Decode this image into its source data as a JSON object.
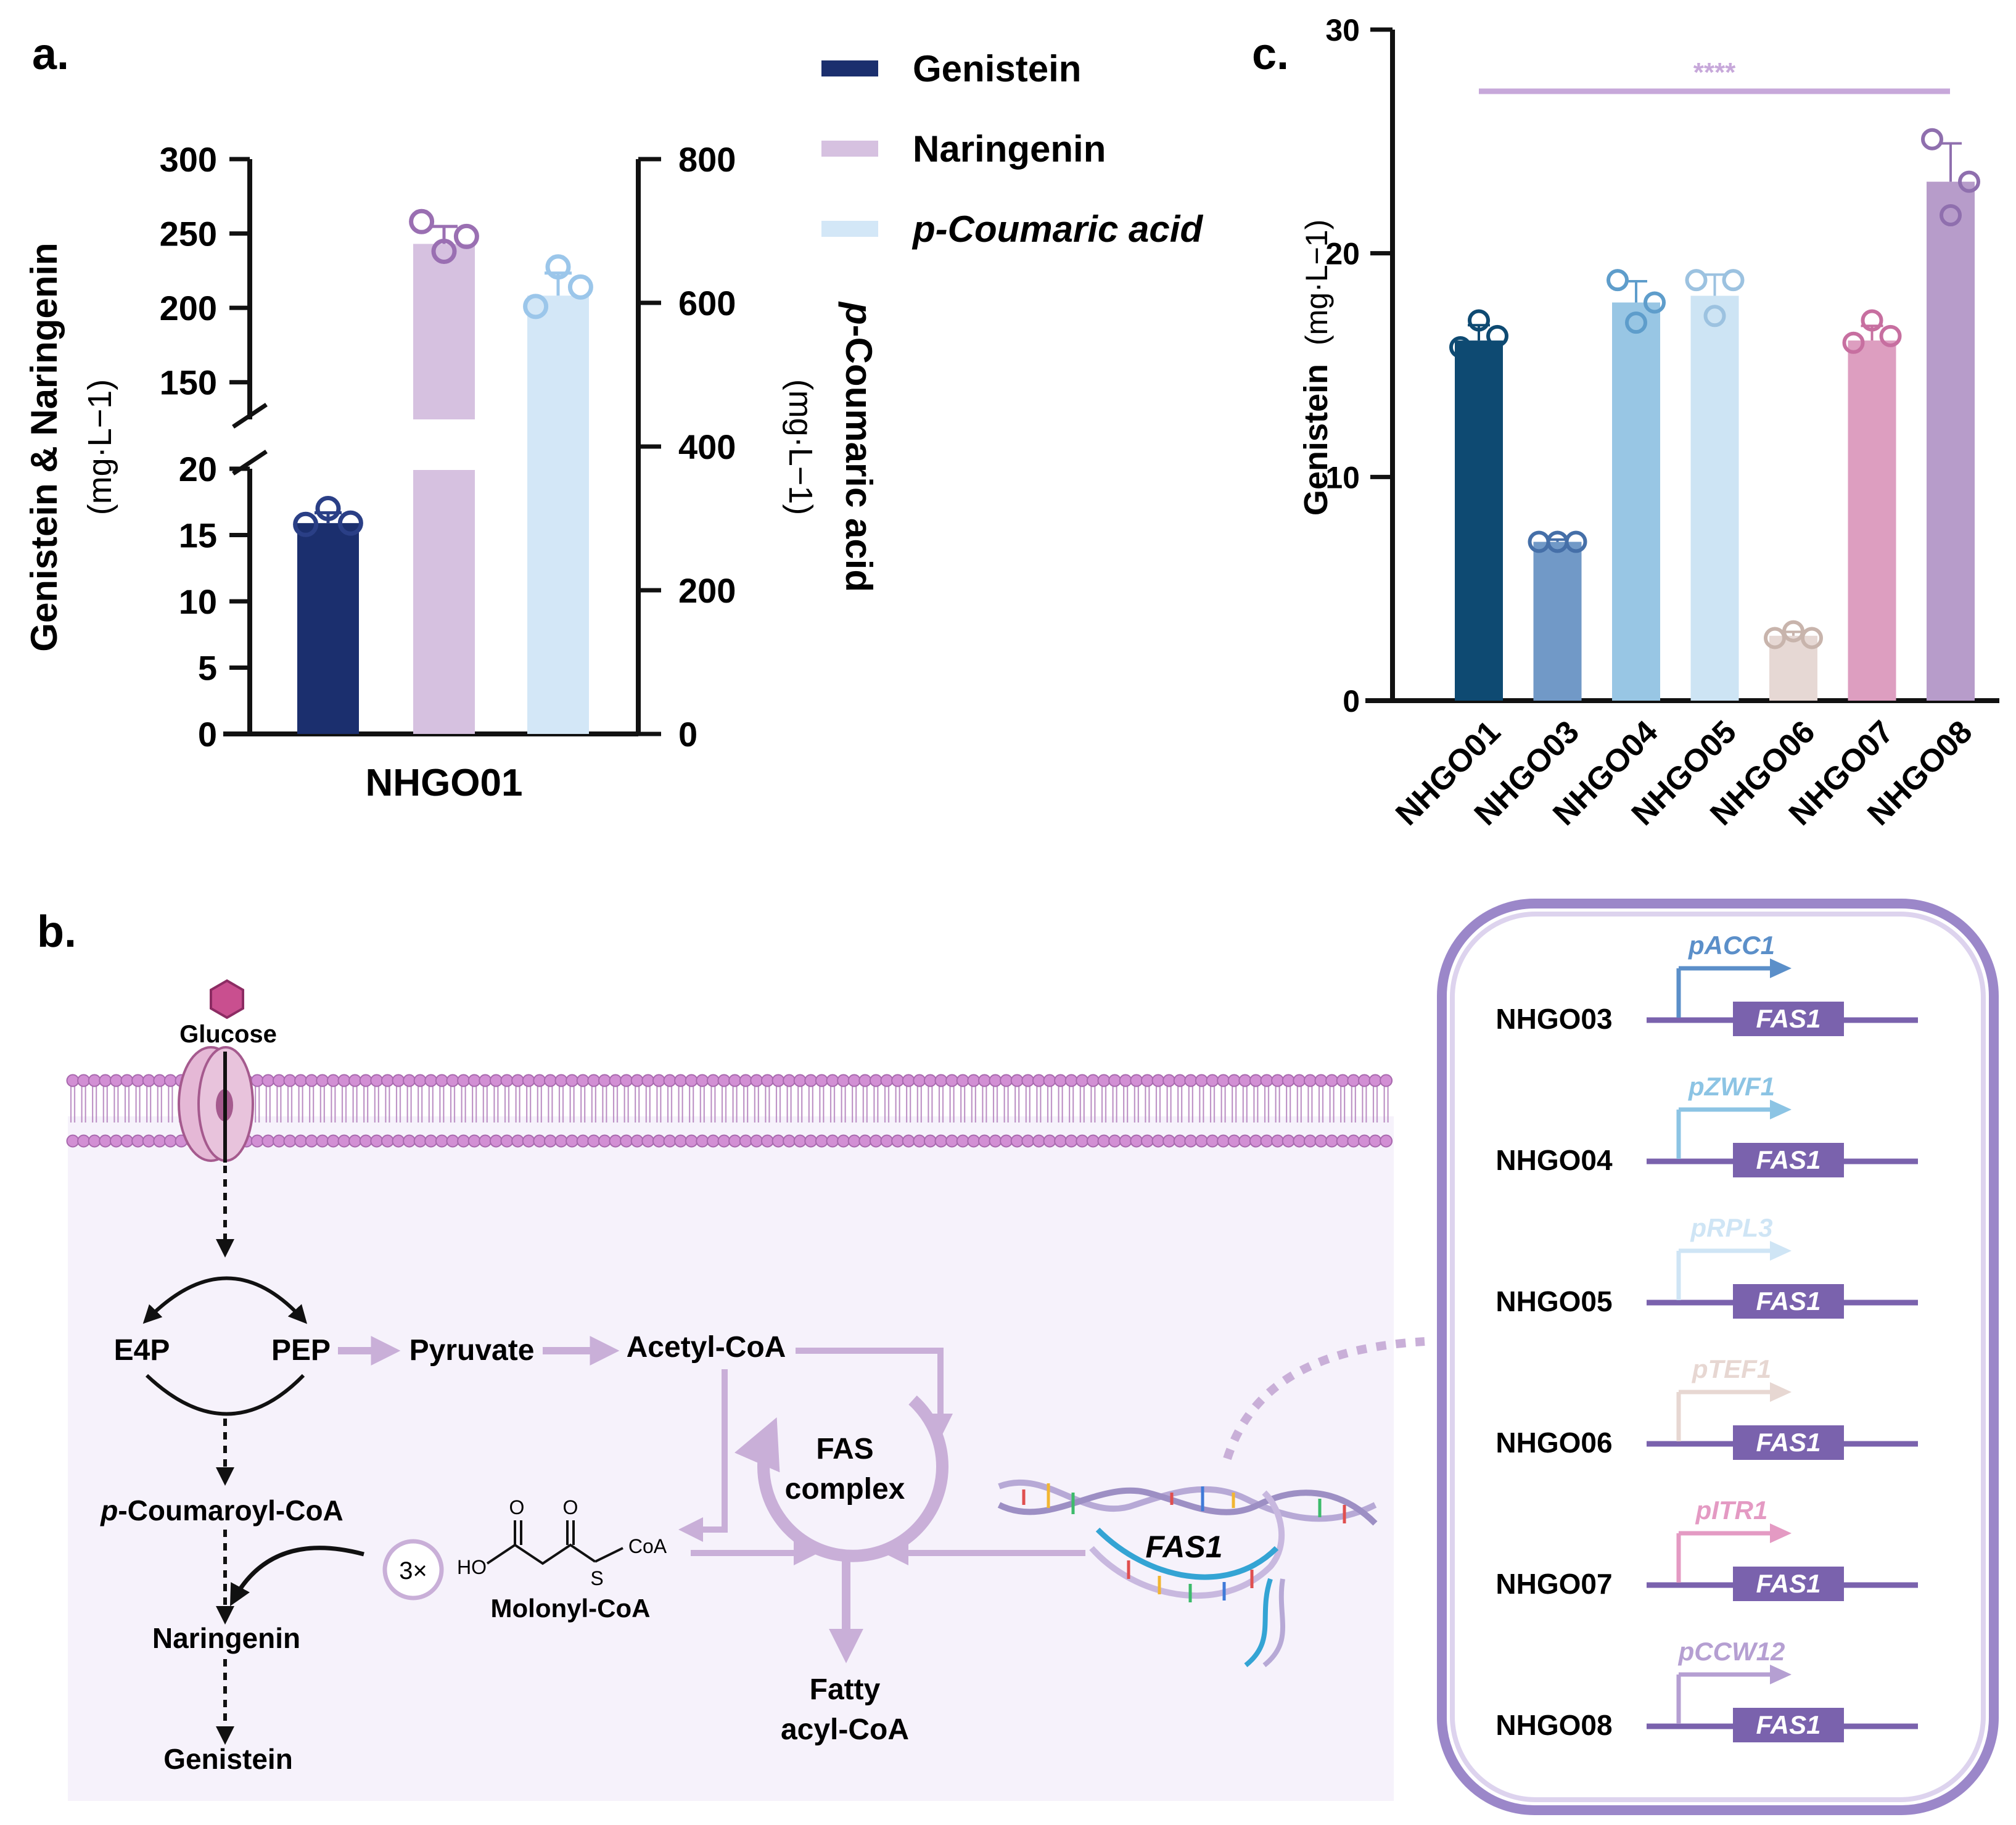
{
  "panels": {
    "a": "a.",
    "b": "b.",
    "c": "c."
  },
  "colors": {
    "genistein": "#1b2f6e",
    "naringenin": "#d6c1e0",
    "coumaric": "#d3e7f7",
    "pathway": "#c9afd8",
    "box_border": "#9b87c9",
    "cell_bg": "#f6f2fb",
    "gene_box": "#7a62ad",
    "membrane": "#d28fd4",
    "glucose": "#c94f8f"
  },
  "legend": [
    {
      "label": "Genistein",
      "color": "#1b2f6e",
      "italic": false
    },
    {
      "label": "Naringenin",
      "color": "#d6c1e0",
      "italic": false
    },
    {
      "label": "p-Coumaric acid",
      "color": "#d3e7f7",
      "italic": true
    }
  ],
  "chart_data": [
    {
      "panel": "a",
      "type": "bar",
      "categories": [
        "NHGO01"
      ],
      "series": [
        {
          "name": "Genistein",
          "axis": "left",
          "value": 15.9,
          "points": [
            15.8,
            17.0,
            15.9
          ],
          "color": "#1b2f6e"
        },
        {
          "name": "Naringenin",
          "axis": "left",
          "value": 243,
          "points": [
            258,
            238,
            248
          ],
          "color": "#d6c1e0"
        },
        {
          "name": "p-Coumaric acid",
          "axis": "right",
          "value": 610,
          "points": [
            595,
            650,
            622
          ],
          "color": "#d3e7f7"
        }
      ],
      "ylabel_left": "Genistein & Naringenin",
      "ylabel_left_unit": "(mg·L−1)",
      "ylabel_right": "p-Coumaric acid",
      "ylabel_right_unit": "(mg·L−1)",
      "left_axis_lower_ticks": [
        "0",
        "5",
        "10",
        "15",
        "20"
      ],
      "left_axis_upper_ticks": [
        "150",
        "200",
        "250",
        "300"
      ],
      "left_axis_break": [
        20,
        125
      ],
      "right_ticks": [
        "0",
        "200",
        "400",
        "600",
        "800"
      ],
      "ylim_right": [
        0,
        800
      ]
    },
    {
      "panel": "c",
      "type": "bar",
      "categories": [
        "NHGO01",
        "NHGO03",
        "NHGO04",
        "NHGO05",
        "NHGO06",
        "NHGO07",
        "NHGO08"
      ],
      "values": [
        16.1,
        7.1,
        17.8,
        18.1,
        2.9,
        16.1,
        23.2
      ],
      "points": [
        [
          15.8,
          17.0,
          16.3
        ],
        [
          7.1,
          7.1,
          7.1
        ],
        [
          18.8,
          16.9,
          17.8
        ],
        [
          18.8,
          17.2,
          18.8
        ],
        [
          2.8,
          3.1,
          2.8
        ],
        [
          16.0,
          17.0,
          16.3
        ],
        [
          25.1,
          21.7,
          23.2
        ]
      ],
      "colors": [
        "#0e4a72",
        "#7199c7",
        "#98c6e4",
        "#cde4f4",
        "#e6d8d4",
        "#dd9ec0",
        "#b79cca"
      ],
      "ylabel": "Genistein",
      "ylabel_unit": "(mg·L−1)",
      "yticks": [
        "0",
        "10",
        "20",
        "30"
      ],
      "ylim": [
        0,
        30
      ],
      "significance": "****"
    }
  ],
  "pathway": {
    "glucose": "Glucose",
    "e4p": "E4P",
    "pep": "PEP",
    "pyruvate": "Pyruvate",
    "acetyl_coa": "Acetyl-CoA",
    "coumaroyl_prefix": "p",
    "coumaroyl_rest": "-Coumaroyl-CoA",
    "naringenin": "Naringenin",
    "genistein": "Genistein",
    "times": "3×",
    "ho": "HO",
    "o": "O",
    "s": "S",
    "coa": "CoA",
    "malonyl": "Molonyl-CoA",
    "fas_line1": "FAS",
    "fas_line2": "complex",
    "fatty_line1": "Fatty",
    "fatty_line2": "acyl-CoA",
    "dna_gene": "FAS1"
  },
  "constructs": [
    {
      "strain": "NHGO03",
      "promoter": "pACC1",
      "gene": "FAS1",
      "color": "#5b8fc9"
    },
    {
      "strain": "NHGO04",
      "promoter": "pZWF1",
      "gene": "FAS1",
      "color": "#8cc4e4"
    },
    {
      "strain": "NHGO05",
      "promoter": "pRPL3",
      "gene": "FAS1",
      "color": "#cfe5f5"
    },
    {
      "strain": "NHGO06",
      "promoter": "pTEF1",
      "gene": "FAS1",
      "color": "#e7d7d2"
    },
    {
      "strain": "NHGO07",
      "promoter": "pITR1",
      "gene": "FAS1",
      "color": "#e49ac3"
    },
    {
      "strain": "NHGO08",
      "promoter": "pCCW12",
      "gene": "FAS1",
      "color": "#b59fd2"
    }
  ]
}
